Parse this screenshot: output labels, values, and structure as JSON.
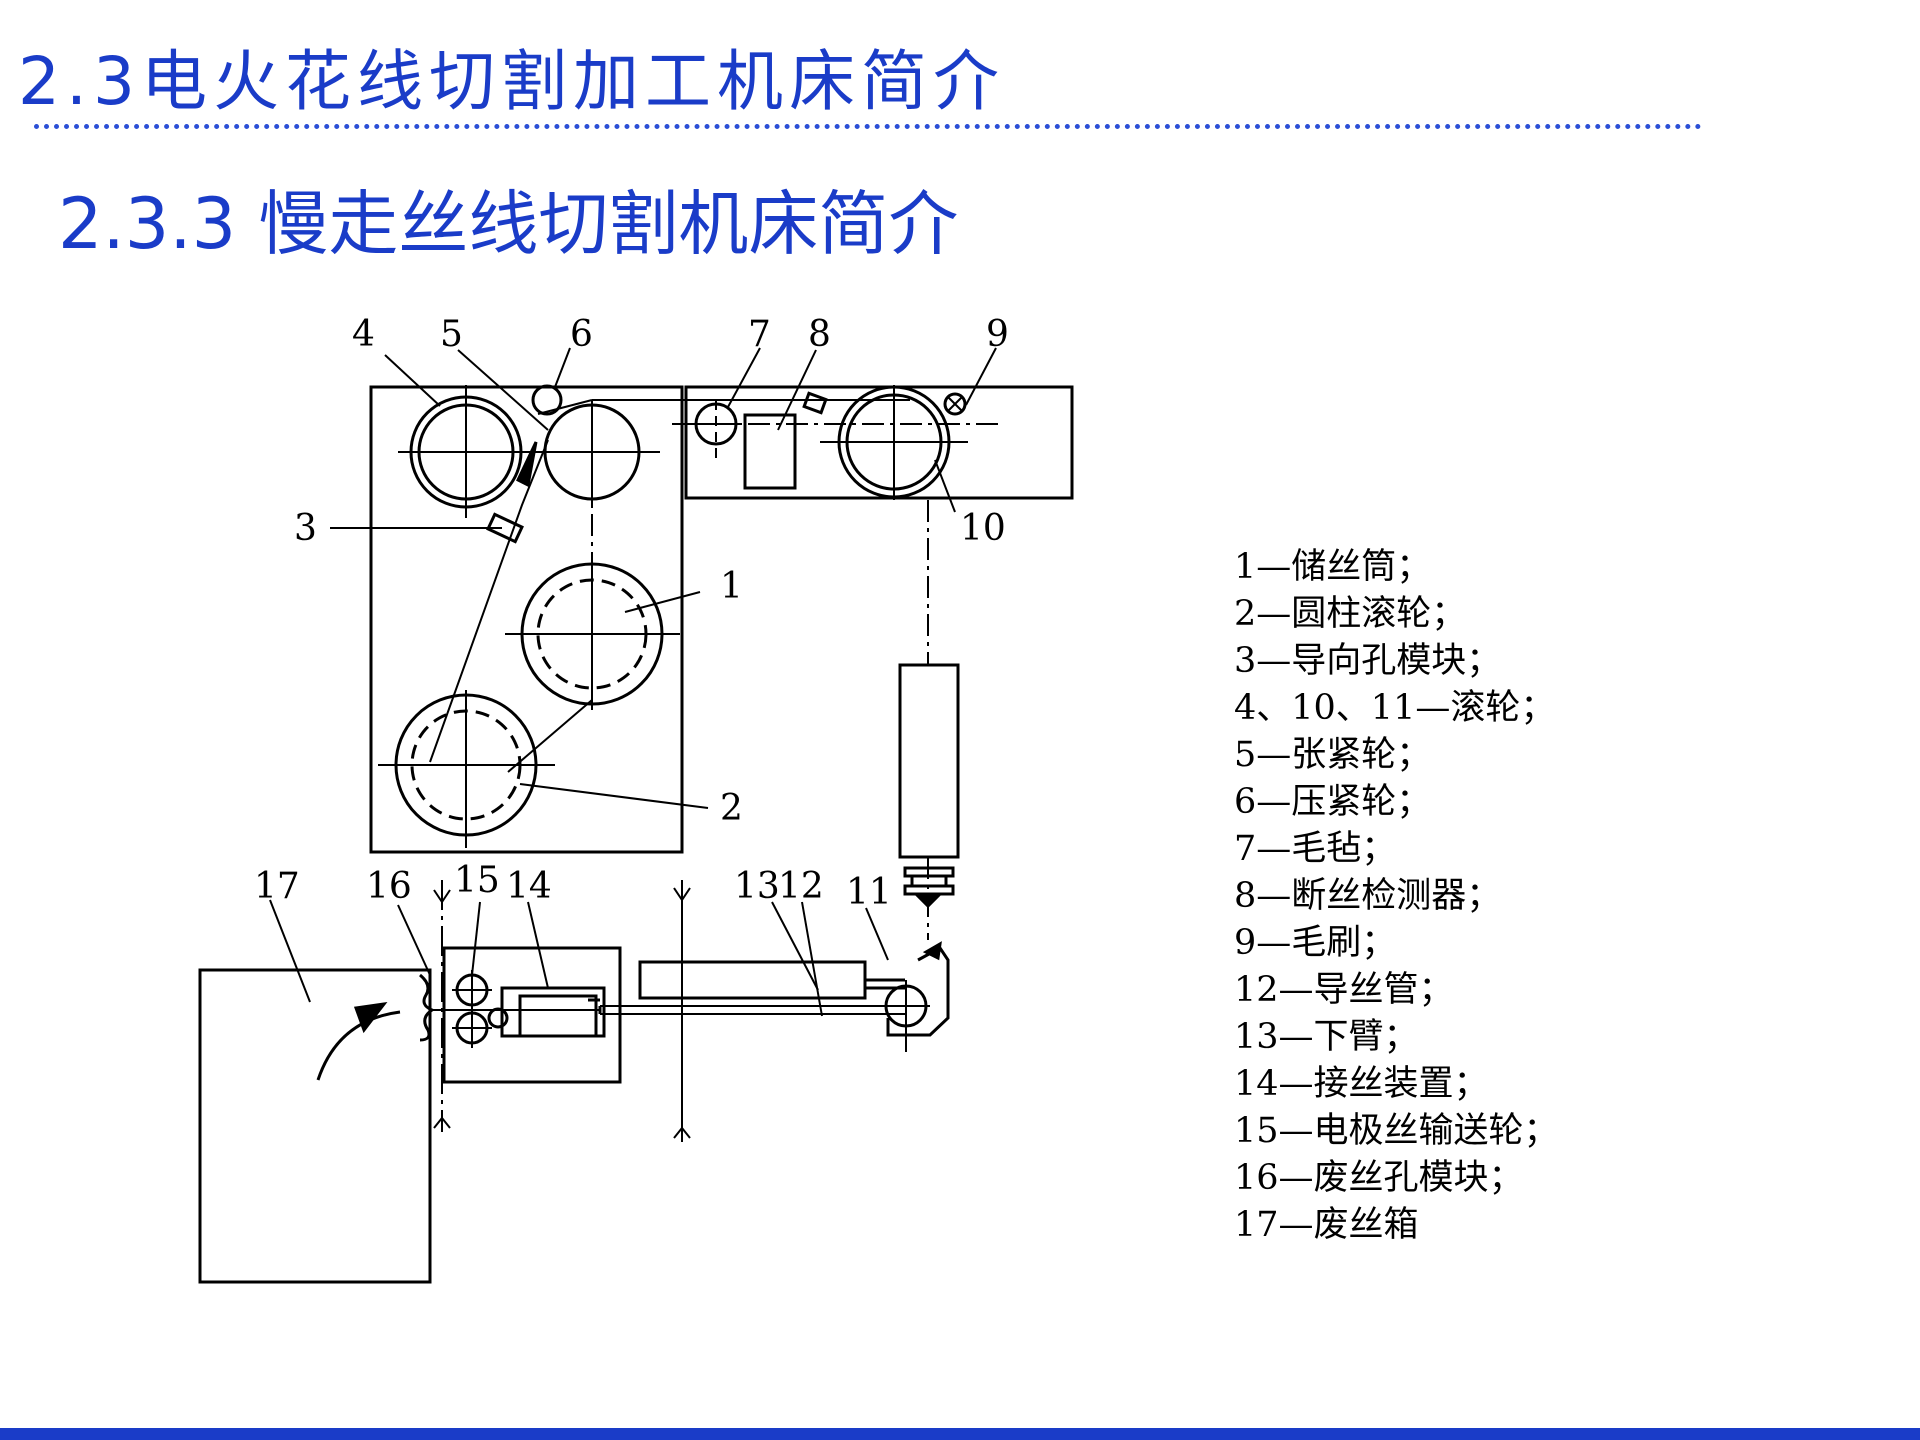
{
  "slide": {
    "title": "2.3电火花线切割加工机床简介",
    "heading": "2.3.3 慢走丝线切割机床简介"
  },
  "diagram": {
    "callouts": [
      "1",
      "2",
      "3",
      "4",
      "5",
      "6",
      "7",
      "8",
      "9",
      "10",
      "11",
      "12",
      "13",
      "14",
      "15",
      "16",
      "17"
    ],
    "legend": [
      "1—储丝筒；",
      "2—圆柱滚轮；",
      "3—导向孔模块；",
      "4、10、11—滚轮；",
      "5—张紧轮；",
      "6—压紧轮；",
      "7—毛毡；",
      "8—断丝检测器；",
      "9—毛刷；",
      "12—导丝管；",
      "13—下臂；",
      "14—接丝装置；",
      "15—电极丝输送轮；",
      "16—废丝孔模块；",
      "17—废丝箱"
    ]
  },
  "colors": {
    "title_blue": "#1a3cc8",
    "bar_blue": "#1a3cc8"
  }
}
